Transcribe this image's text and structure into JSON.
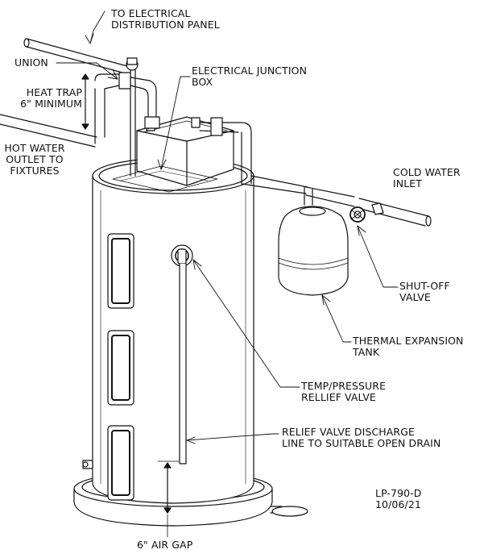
{
  "labels": {
    "distribution_panel": "TO ELECTRICAL\nDISTRIBUTION PANEL",
    "union": "UNION",
    "heat_trap": "HEAT TRAP\n6\" MINIMUM",
    "hot_water_outlet": "HOT WATER\nOUTLET TO\nFIXTURES",
    "junction_box": "ELECTRICAL JUNCTION\nBOX",
    "cold_water_inlet": "COLD WATER\nINLET",
    "shutoff_valve": "SHUT-OFF\nVALVE",
    "expansion_tank": "THERMAL EXPANSION\nTANK",
    "relief_valve": "TEMP/PRESSURE\nRELLIEF VALVE",
    "discharge_line": "RELIEF VALVE DISCHARGE\nLINE TO SUITABLE OPEN DRAIN",
    "air_gap": "6\" AIR GAP",
    "drawing_number": "LP-790-D",
    "drawing_date": "10/06/21"
  }
}
